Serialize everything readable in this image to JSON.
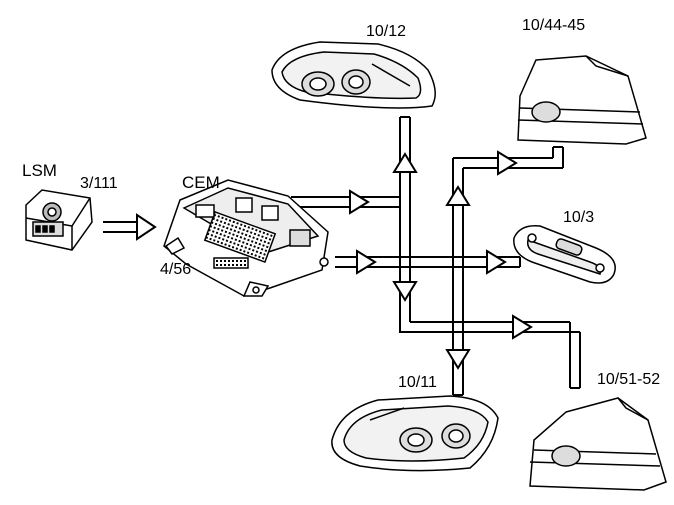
{
  "labels": {
    "lsm": "LSM",
    "lsm_ref": "3/111",
    "cem": "CEM",
    "cem_ref": "4/56",
    "headlamp_upper_ref": "10/12",
    "tail_upper_ref": "10/44-45",
    "plate_lamp_ref": "10/3",
    "headlamp_lower_ref": "10/11",
    "tail_lower_ref": "10/51-52"
  },
  "colors": {
    "line": "#000000",
    "background": "#ffffff"
  }
}
